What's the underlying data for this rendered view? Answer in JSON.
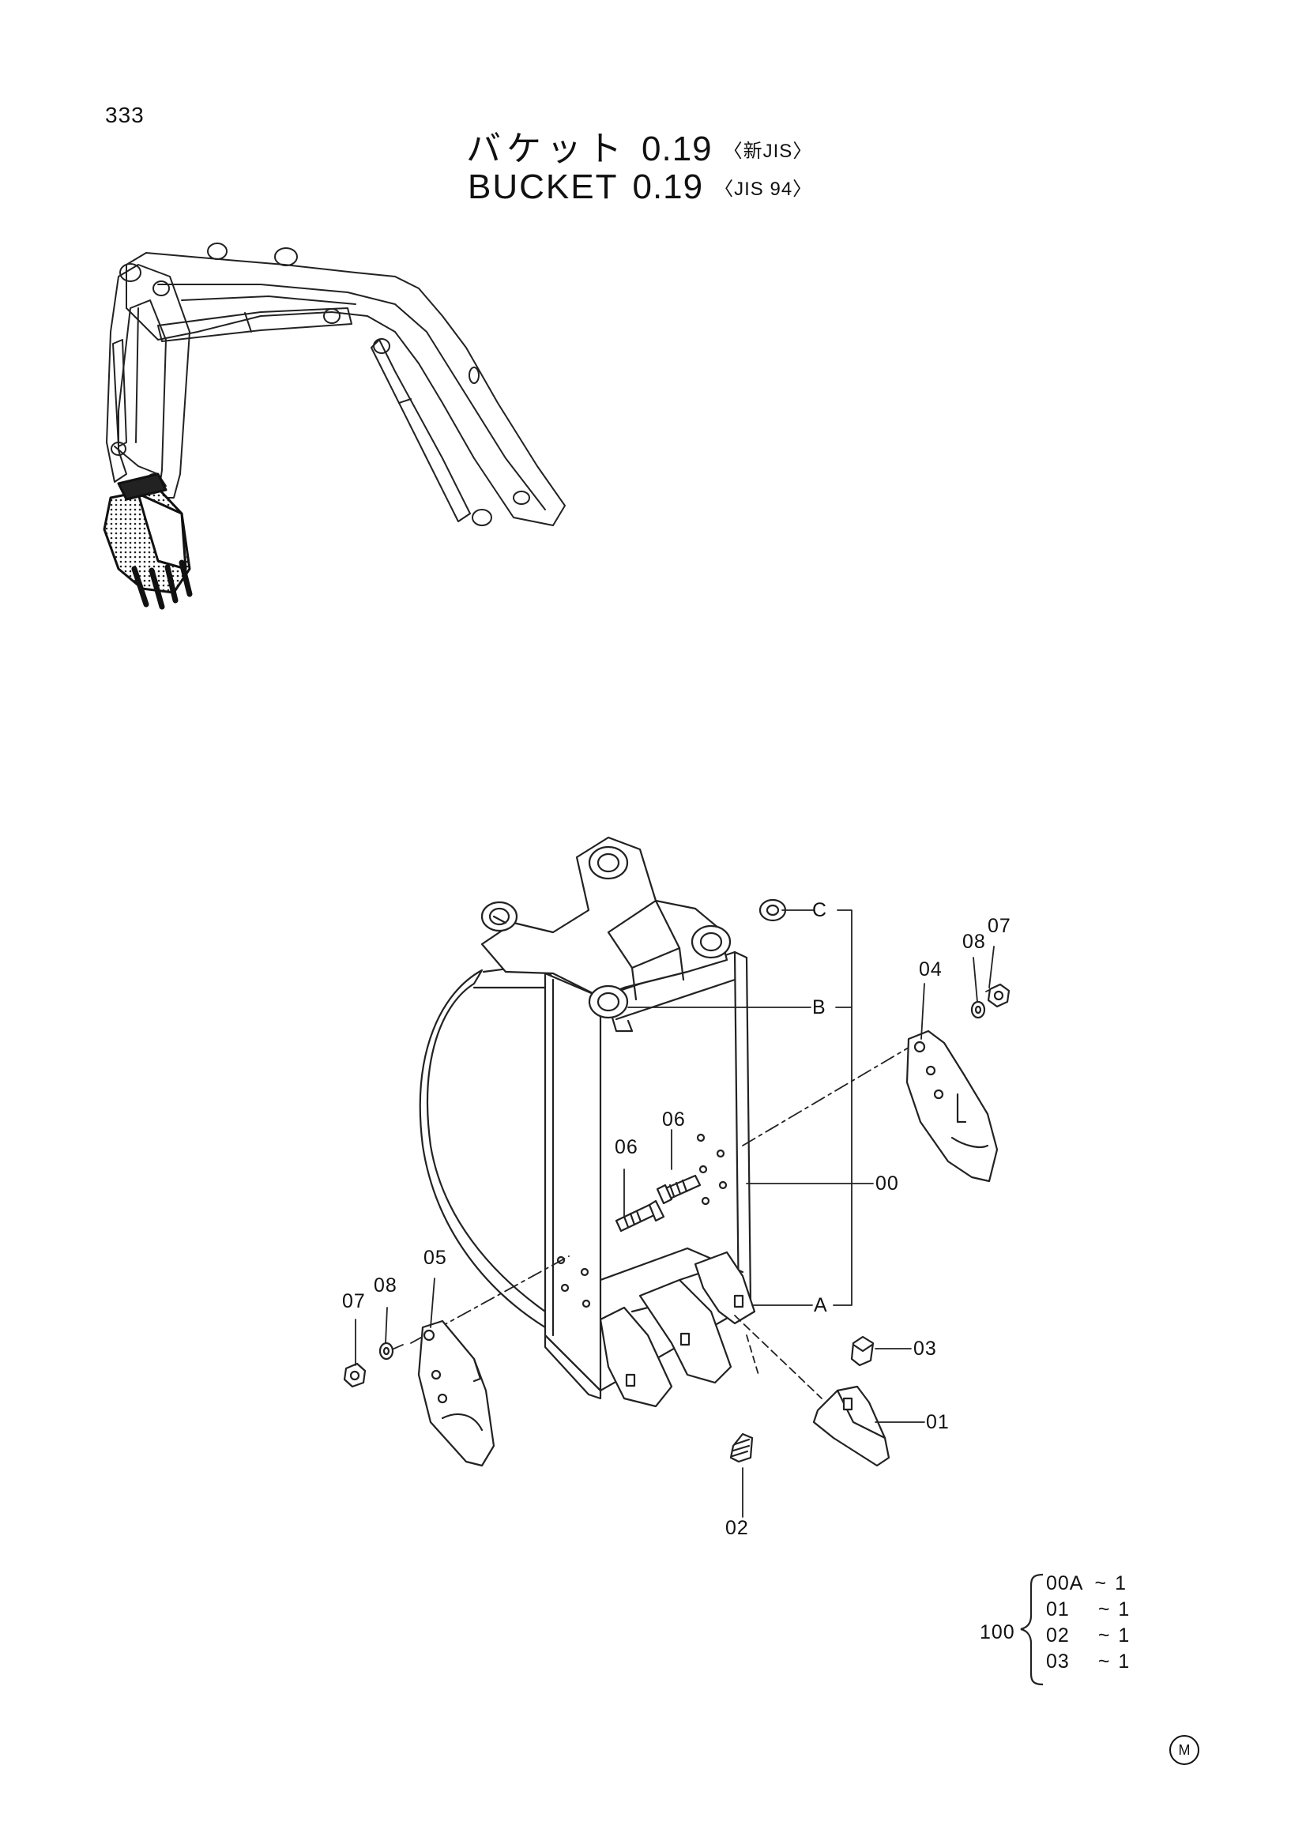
{
  "page": {
    "number": "333",
    "title_ja_main": "バケット",
    "title_ja_size": "0.19",
    "title_ja_std": "〈新JIS〉",
    "title_en_main": "BUCKET",
    "title_en_size": "0.19",
    "title_en_std": "〈JIS 94〉",
    "corner_mark": "M"
  },
  "callouts": {
    "c_00": "00",
    "c_01": "01",
    "c_02": "02",
    "c_03": "03",
    "c_04": "04",
    "c_05": "05",
    "c_06_left": "06",
    "c_06_right": "06",
    "c_07_left": "07",
    "c_07_right": "07",
    "c_08_left": "08",
    "c_08_right": "08",
    "c_a": "A",
    "c_b": "B",
    "c_c": "C"
  },
  "kit": {
    "code": "100",
    "items": [
      {
        "part": "00A",
        "qty": "1"
      },
      {
        "part": "01",
        "qty": "1"
      },
      {
        "part": "02",
        "qty": "1"
      },
      {
        "part": "03",
        "qty": "1"
      }
    ]
  }
}
